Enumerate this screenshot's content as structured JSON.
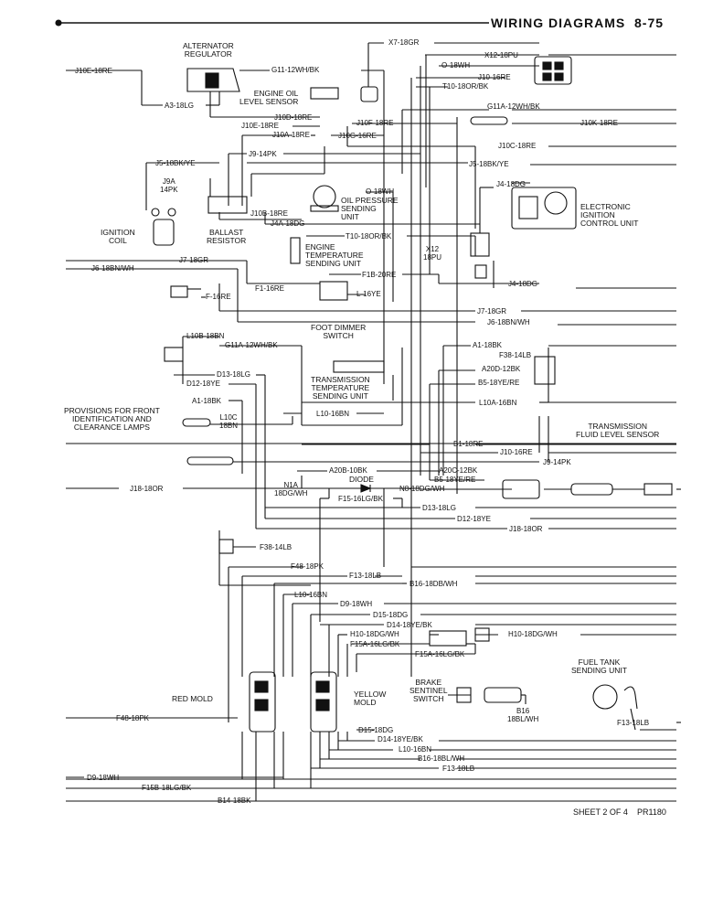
{
  "header": {
    "title": "WIRING DIAGRAMS",
    "page_number": "8-75"
  },
  "footer": {
    "sheet": "SHEET 2 OF 4",
    "code": "PR1180"
  },
  "components": {
    "alternator_regulator": "ALTERNATOR\nREGULATOR",
    "engine_oil_level_sensor": "ENGINE OIL\nLEVEL SENSOR",
    "oil_pressure_sending_unit": "OIL PRESSURE\nSENDING\nUNIT",
    "electronic_ignition_control_unit": "ELECTRONIC\nIGNITION\nCONTROL UNIT",
    "ignition_coil": "IGNITION\nCOIL",
    "ballast_resistor": "BALLAST\nRESISTOR",
    "engine_temperature_sending_unit": "ENGINE\nTEMPERATURE\nSENDING UNIT",
    "foot_dimmer_switch": "FOOT DIMMER\nSWITCH",
    "transmission_temperature_sending_unit": "TRANSMISSION\nTEMPERATURE\nSENDING UNIT",
    "provisions_front_lamps": "PROVISIONS FOR FRONT\nIDENTIFICATION AND\nCLEARANCE LAMPS",
    "transmission_fluid_level_sensor": "TRANSMISSION\nFLUID LEVEL SENSOR",
    "diode": "DIODE",
    "fuel_tank_sending_unit": "FUEL TANK\nSENDING UNIT",
    "brake_sentinel_switch": "BRAKE\nSENTINEL\nSWITCH",
    "red_mold": "RED MOLD",
    "yellow_mold": "YELLOW\nMOLD"
  },
  "wires": {
    "j10e_left": "J10E-18RE",
    "x7": "X7-18GR",
    "x12_18pu_top": "X12-18PU",
    "o_18wh_top": "O-18WH",
    "j10_16re": "J10-16RE",
    "t10_18or_bk_top": "T10-18OR/BK",
    "g11_12wh_bk_top": "G11-12WH/BK",
    "a3_18lg": "A3-18LG",
    "j10d_18re": "J10D-18RE",
    "j10e_18re_mid": "J10E-18RE",
    "j10a_18re": "J10A-18RE",
    "j10f_18re": "J10F-18RE",
    "j10g_16re": "J10G-16RE",
    "g11a_12wh_bk_top": "G11A-12WH/BK",
    "j10k_18re": "J10K-18RE",
    "j10c_18re": "J10C-18RE",
    "j9_14pk": "J9-14PK",
    "j5_18bk_ye_left": "J5-18BK/YE",
    "j5_18bk_ye_right": "J5-18BK/YE",
    "j9a_14pk": "J9A\n14PK",
    "o_18wh_oil": "O-18WH",
    "j4_18dg_top": "J4-18DG",
    "j10b_18re": "J10B-18RE",
    "j4a_18dg": "J4A-18DG",
    "t10_18or_bk_mid": "T10-18OR/BK",
    "x12_18pu_mid": "X12\n18PU",
    "j7_18gr_left": "J7-18GR",
    "j6_18bn_wh_left": "J6-18BN/WH",
    "f1b_20re": "F1B-20RE",
    "j4_18dg_mid": "J4-18DG",
    "f1_16re": "F1-16RE",
    "f_16re": "F-16RE",
    "l_16ye": "L-16YE",
    "j7_18gr_right": "J7-18GR",
    "j6_18bn_wh_right": "J6-18BN/WH",
    "l10b_18bn": "L10B-18BN",
    "g11a_12wh_bk_mid": "G11A-12WH/BK",
    "a1_18bk_right": "A1-18BK",
    "f38_14lb_top": "F38-14LB",
    "d13_18lg_top": "D13-18LG",
    "a20d_12bk": "A20D-12BK",
    "d12_18ye_top": "D12-18YE",
    "b5_18ye_re_top": "B5-18YE/RE",
    "a1_18bk_left": "A1-18BK",
    "l10a_16bn": "L10A-16BN",
    "l10_16bn_mid": "L10-16BN",
    "l10c_18bn": "L10C\n18BN",
    "b1_18re": "B1-18RE",
    "j10_16re_mid": "J10-16RE",
    "j9_14pk_mid": "J9-14PK",
    "a20b_10bk": "A20B-10BK",
    "a20c_12bk": "A20C-12BK",
    "b5_18ye_re_mid": "B5-18YE/RE",
    "j18_18or_left": "J18-18OR",
    "n1a_18dg_wh": "N1A\n18DG/WH",
    "n8_18dg_wh": "N8-18DG/WH",
    "f15_16lg_bk": "F15-16LG/BK",
    "d13_18lg_mid": "D13-18LG",
    "d12_18ye_mid": "D12-18YE",
    "j18_18or_right": "J18-18OR",
    "f38_14lb_mid": "F38-14LB",
    "f48_18pk_top": "F48-18PK",
    "f13_18lb_top": "F13-18LB",
    "b16_18db_wh": "B16-18DB/WH",
    "l10_16bn_low": "L10-16BN",
    "d9_18wh_top": "D9-18WH",
    "d15_18dg_top": "D15-18DG",
    "d14_18ye_bk_top": "D14-18YE/BK",
    "h10_18dg_wh_left": "H10-18DG/WH",
    "h10_18dg_wh_right": "H10-18DG/WH",
    "f15a_16lg_bk_left": "F15A-16LG/BK",
    "f15a_16lg_bk_right": "F15A-16LG/BK",
    "b16_18bl_wh": "B16\n18BL/WH",
    "f48_18pk_low": "F48-18PK",
    "f13_18lb_fuel": "F13-18LB",
    "d15_18dg_low": "D15-18DG",
    "d14_18ye_bk_low": "D14-18YE/BK",
    "l10_16bn_bottom": "L10-16BN",
    "b16_18bl_wh_low": "B16-18BL/WH",
    "f13_18lb_low": "F13-18LB",
    "d9_18wh_low": "D9-18WH",
    "f15b_18lg_bk": "F15B-18LG/BK",
    "b14_18bk": "B14-18BK"
  }
}
